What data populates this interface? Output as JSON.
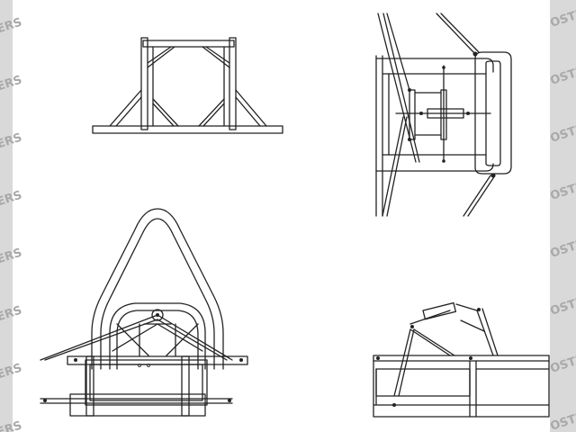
{
  "watermark": {
    "left_text": "DERS",
    "right_text": "OSTE",
    "band_color": "#d9d9d9",
    "text_color": "#a9a9a9"
  },
  "drawing": {
    "line_color": "#222222",
    "background": "#ffffff",
    "views": [
      {
        "id": "top-left",
        "icon": "frame-front-view"
      },
      {
        "id": "top-right",
        "icon": "frame-plan-view"
      },
      {
        "id": "bottom-left",
        "icon": "rollhoop-front-view"
      },
      {
        "id": "bottom-right",
        "icon": "frame-side-view"
      }
    ]
  }
}
